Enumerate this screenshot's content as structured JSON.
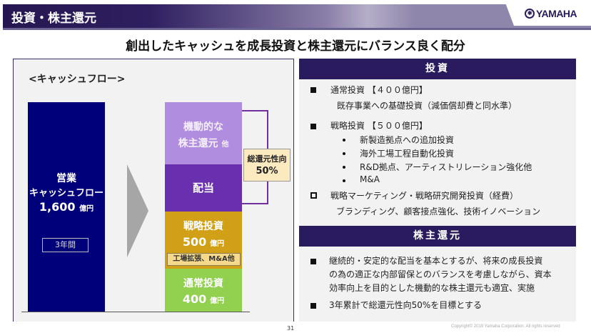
{
  "header": {
    "title": "投資・株主還元",
    "logo": "YAMAHA"
  },
  "subtitle": "創出したキャッシュを成長投資と株主還元にバランス良く配分",
  "cashflow": {
    "label": "<キャッシュフロー>",
    "operating": {
      "line1": "営業",
      "line2": "キャッシュフロー",
      "value": "1,600",
      "unit": "億円",
      "period": "3年間"
    },
    "segments": [
      {
        "line1": "機動的な",
        "line2": "株主還元",
        "suffix": "他"
      },
      {
        "line1": "配当"
      },
      {
        "line1": "戦略投資",
        "value": "500",
        "unit": "億円",
        "note": "工場拡張、M&A他"
      },
      {
        "line1": "通常投資",
        "value": "400",
        "unit": "億円"
      }
    ],
    "payout": {
      "label": "総還元性向",
      "value": "50%"
    }
  },
  "investment": {
    "title": "投資",
    "items": [
      {
        "label": "通常投資 【４００億円】",
        "sub": "既存事業への基礎投資（減価償却費と同水準）"
      },
      {
        "label": "戦略投資 【５００億円】",
        "bullets": [
          "新製造拠点への追加投資",
          "海外工場工程自動化投資",
          "R&D拠点、アーティストリレーション強化他",
          "M&A"
        ]
      },
      {
        "label": "戦略マーケティング・戦略研究開発投資（経費）",
        "sub": "ブランディング、顧客接点強化、技術イノベーション"
      }
    ]
  },
  "shareholder": {
    "title": "株主還元",
    "items": [
      {
        "lines": [
          "継続的・安定的な配当を基本とするが、将来の成長投資",
          "の為の適正な内部留保とのバランスを考慮しながら、資本",
          "効率向上を目的とした機動的な株主還元も適宜、実施"
        ]
      },
      {
        "lines": [
          "3年累計で総還元性向50%を目標とする"
        ]
      }
    ]
  },
  "footer": {
    "page": "31",
    "copyright": "Copyright© 2019 Yamaha Corporation. All rights reserved"
  }
}
